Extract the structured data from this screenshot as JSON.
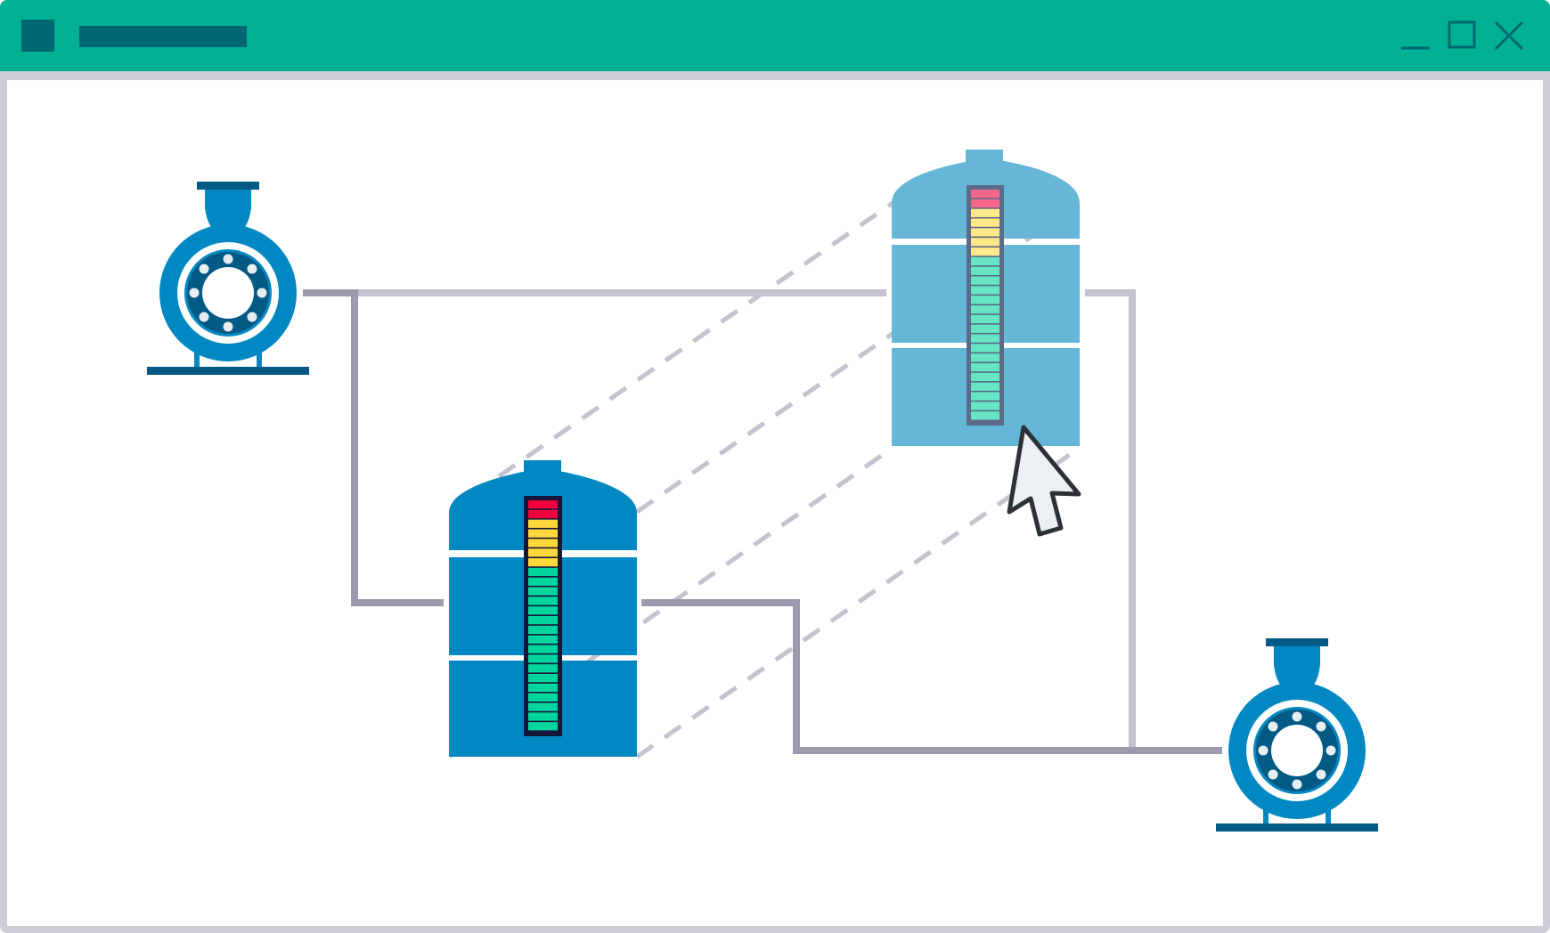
{
  "window": {
    "title": "",
    "controls": [
      "minimize-icon",
      "maximize-icon",
      "close-icon"
    ]
  },
  "colors": {
    "titlebar": "#00B092",
    "titlebar_block": "#006872",
    "window_border": "#CDCDD6",
    "pipe_dark": "#9C9AAC",
    "pipe_light": "#C3C2CE",
    "tank_dark": "#0088C2",
    "tank_light": "#66B6D8",
    "pump_blue": "#0088C2",
    "pump_navy": "#005A84",
    "gauge_red": "#F0003C",
    "gauge_yellow": "#FFD93C",
    "gauge_green": "#00D59E",
    "cursor_fill": "#EDF0F2",
    "cursor_stroke": "#2B3236"
  },
  "gauges": {
    "tank_front": {
      "segments": 24,
      "red": 2,
      "yellow": 5,
      "green": 17
    },
    "tank_back": {
      "segments": 24,
      "red": 2,
      "yellow": 5,
      "green": 17
    }
  }
}
